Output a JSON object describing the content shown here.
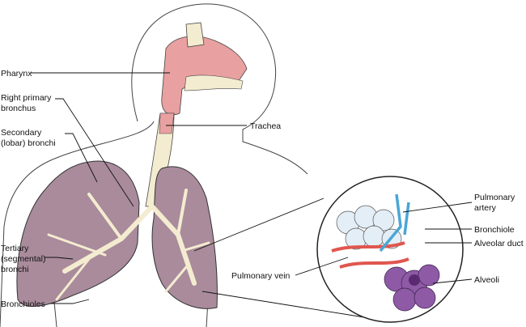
{
  "labels": {
    "pharynx": "Pharynx",
    "right_primary_bronchus_1": "Right primary",
    "right_primary_bronchus_2": "bronchus",
    "secondary_1": "Secondary",
    "secondary_2": "(lobar) bronchi",
    "tertiary_1": "Tertiary",
    "tertiary_2": "(segmental)",
    "tertiary_3": "bronchi",
    "bronchioles": "Bronchioles",
    "trachea": "Trachea",
    "pulmonary_artery_1": "Pulmonary",
    "pulmonary_artery_2": "artery",
    "bronchiole": "Bronchiole",
    "alveolar_duct": "Alveolar duct",
    "alveoli": "Alveoli",
    "pulmonary_vein": "Pulmonary vein"
  },
  "colors": {
    "lung": "#a98b9c",
    "airway": "#f4ecd0",
    "nasal": "#e8a0a0",
    "artery": "#4aa6d6",
    "vein": "#e0564f",
    "alveoli": "#8e5aa6"
  }
}
